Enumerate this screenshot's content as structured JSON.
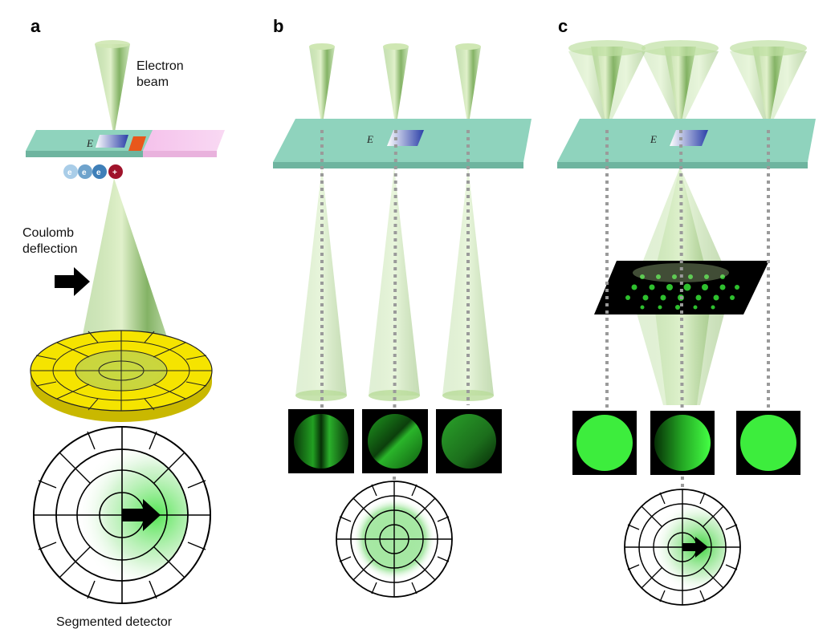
{
  "panels": {
    "a": {
      "label": "a",
      "electron_beam_line1": "Electron",
      "electron_beam_line2": "beam",
      "field_symbol": "E",
      "coulomb_line1": "Coulomb",
      "coulomb_line2": "deflection",
      "detector_label": "Segmented detector",
      "electron_symbol": "e",
      "electron_superscript": "−",
      "hole_symbol": "+"
    },
    "b": {
      "label": "b",
      "field_symbol": "E"
    },
    "c": {
      "label": "c",
      "field_symbol": "E"
    }
  },
  "colors": {
    "beam_green": "#8fc36a",
    "sample_teal": "#8fd3bd",
    "detector_yellow": "#f5e400",
    "bright_green": "#3dff3d",
    "pink_layer": "#f6c8ee"
  }
}
